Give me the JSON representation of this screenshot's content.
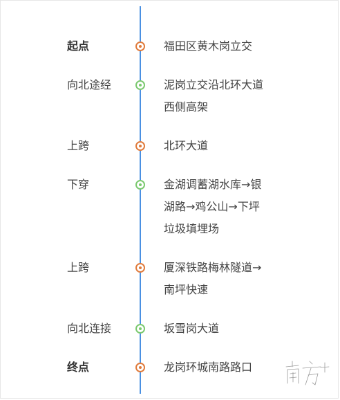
{
  "route": {
    "stops": [
      {
        "label": "起点",
        "description": "福田区黄木岗立交",
        "node_color": "orange",
        "bold": true
      },
      {
        "label": "向北途经",
        "description": "泥岗立交沿北环大道\n西侧高架",
        "node_color": "green",
        "bold": false
      },
      {
        "label": "上跨",
        "description": "北环大道",
        "node_color": "orange",
        "bold": false
      },
      {
        "label": "下穿",
        "description": "金湖调蓄湖水库→银\n湖路→鸡公山→下坪\n垃圾填埋场",
        "node_color": "green",
        "bold": false
      },
      {
        "label": "上跨",
        "description": "厦深铁路梅林隧道→\n南坪快速",
        "node_color": "orange",
        "bold": false
      },
      {
        "label": "向北连接",
        "description": "坂雪岗大道",
        "node_color": "green",
        "bold": false
      },
      {
        "label": "终点",
        "description": "龙岗环城南路路口",
        "node_color": "orange",
        "bold": true
      }
    ]
  },
  "watermark": {
    "logo_text": "南方+"
  },
  "colors": {
    "line": "#4a90e2",
    "orange_node": "#e07b3c",
    "green_node": "#7bc96f"
  }
}
